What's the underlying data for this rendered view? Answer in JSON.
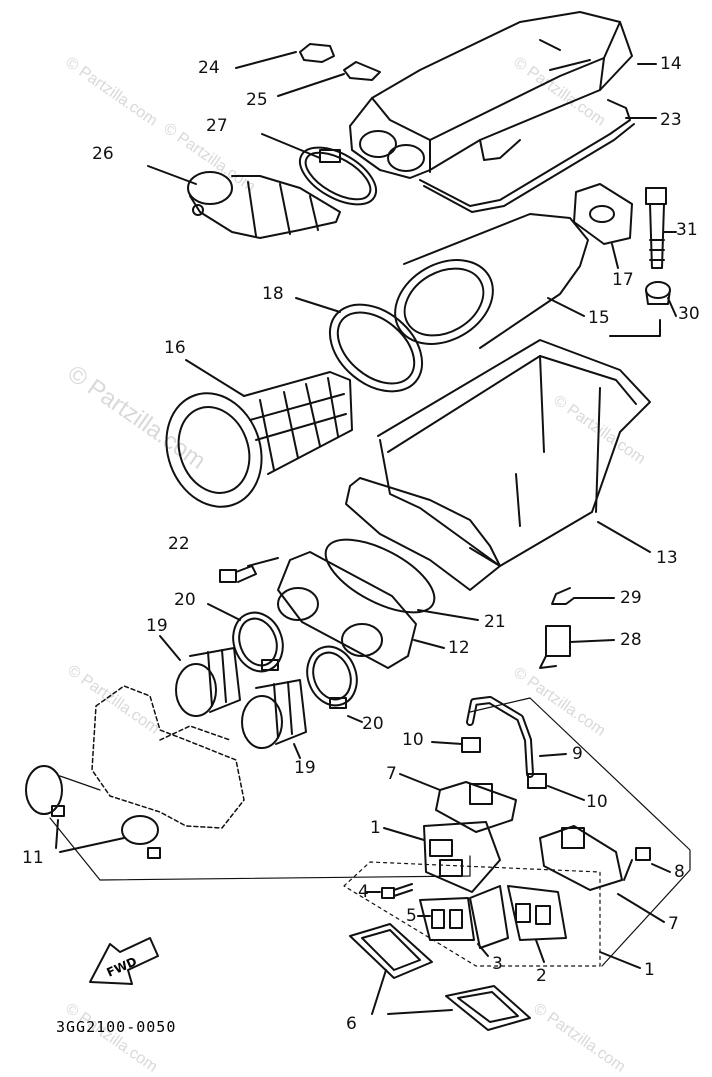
{
  "watermark": "© Partzilla.com",
  "diagram_code": "3GG2100-0050",
  "fwd_label": "FWD",
  "callouts": {
    "c24": "24",
    "c25": "25",
    "c14": "14",
    "c23": "23",
    "c27": "27",
    "c26": "26",
    "c31": "31",
    "c17": "17",
    "c30": "30",
    "c15": "15",
    "c18": "18",
    "c16": "16",
    "c13": "13",
    "c22": "22",
    "c21": "21",
    "c29": "29",
    "c20a": "20",
    "c12": "12",
    "c19a": "19",
    "c28": "28",
    "c20b": "20",
    "c19b": "19",
    "c10a": "10",
    "c9": "9",
    "c7a": "7",
    "c10b": "10",
    "c1a": "1",
    "c8": "8",
    "c11": "11",
    "c4": "4",
    "c5": "5",
    "c7b": "7",
    "c3": "3",
    "c2": "2",
    "c1b": "1",
    "c6": "6"
  }
}
